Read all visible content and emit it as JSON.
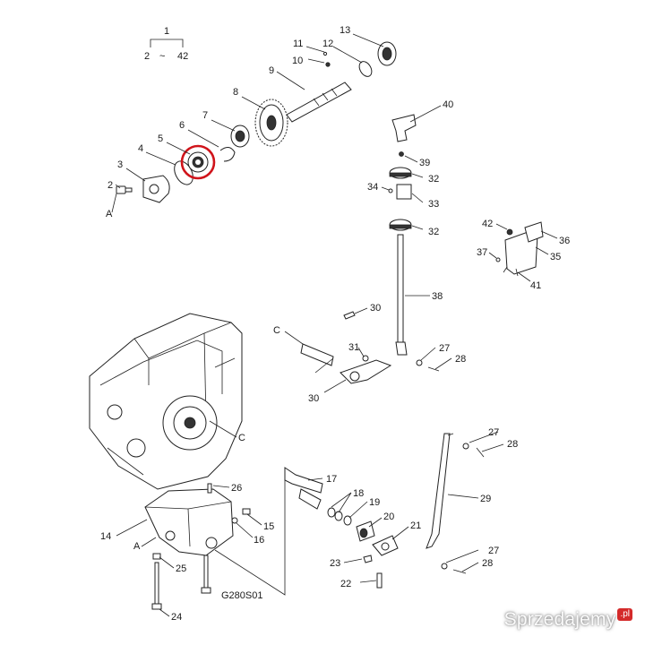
{
  "diagram": {
    "group_header": {
      "number": "1",
      "range_from": "2",
      "tilde": "~",
      "range_to": "42"
    },
    "callouts": {
      "n2": "2",
      "n3": "3",
      "n4": "4",
      "n5": "5",
      "n6": "6",
      "n7": "7",
      "n8": "8",
      "n9": "9",
      "n10": "10",
      "n11": "11",
      "n12": "12",
      "n13": "13",
      "n14": "14",
      "n15": "15",
      "n16": "16",
      "n17": "17",
      "n18": "18",
      "n19": "19",
      "n20": "20",
      "n21": "21",
      "n22": "22",
      "n23": "23",
      "n24": "24",
      "n25": "25",
      "n26": "26",
      "n27a": "27",
      "n27b": "27",
      "n27c": "27",
      "n28a": "28",
      "n28b": "28",
      "n28c": "28",
      "n29": "29",
      "n30a": "30",
      "n30b": "30",
      "n31": "31",
      "n32a": "32",
      "n32b": "32",
      "n33": "33",
      "n34": "34",
      "n35": "35",
      "n36": "36",
      "n37": "37",
      "n38": "38",
      "n39": "39",
      "n40": "40",
      "n41": "41",
      "n42": "42"
    },
    "reference_letters": {
      "a1": "A",
      "a2": "A",
      "c1": "C",
      "c2": "C"
    },
    "drawing_code": "G280S01",
    "highlighted_part": "5",
    "highlight_color": "#d0141b"
  },
  "watermark": {
    "text": "Sprzedajemy",
    "suffix": ".pl",
    "accent_color": "#d42a2a"
  }
}
